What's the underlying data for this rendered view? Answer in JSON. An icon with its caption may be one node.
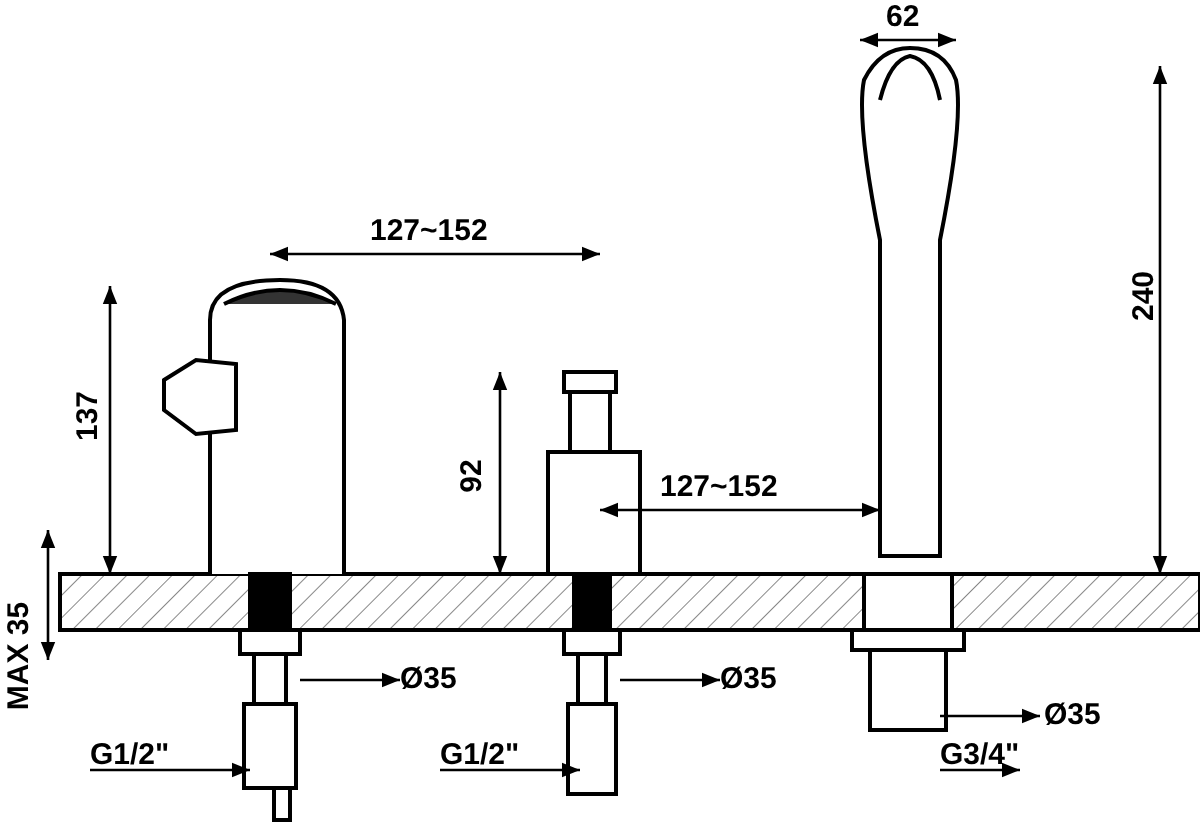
{
  "diagram": {
    "labels": [
      "62",
      "240",
      "127~152",
      "137",
      "92",
      "127~152",
      "MAX 35",
      "Ø35",
      "Ø35",
      "Ø35",
      "G1/2\"",
      "G1/2\"",
      "G3/4\""
    ]
  }
}
